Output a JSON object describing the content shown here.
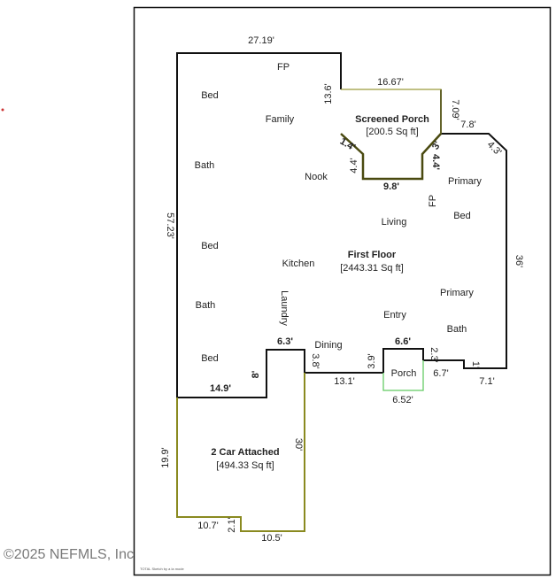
{
  "watermark": "©2025 NEFMLS, Inc",
  "footer_note": "TOTAL Sketch by a la mode",
  "first_floor": {
    "name": "First Floor",
    "area": "[2443.31 Sq ft]"
  },
  "screened_porch": {
    "name": "Screened Porch",
    "area": "[200.5 Sq ft]"
  },
  "garage": {
    "name": "2 Car Attached",
    "area": "[494.33 Sq ft]"
  },
  "porch": {
    "name": "Porch"
  },
  "rooms": {
    "fp_top": "FP",
    "bed_1": "Bed",
    "family": "Family",
    "bath_1": "Bath",
    "nook": "Nook",
    "primary_1": "Primary",
    "fp_right": "FP",
    "bed_primary": "Bed",
    "living": "Living",
    "bed_2": "Bed",
    "kitchen": "Kitchen",
    "primary_2": "Primary",
    "bath_2": "Bath",
    "laundry": "Laundry",
    "entry": "Entry",
    "bath_3": "Bath",
    "bed_3": "Bed",
    "dining": "Dining"
  },
  "dimensions": {
    "top": "27.19'",
    "left": "57.23'",
    "porch_top": "16.67'",
    "porch_left": "13.6'",
    "porch_right": "7.09'",
    "porch_chamfer_left": "1.4'",
    "porch_chamfer_right": "3'",
    "porch_bottom": "9.8'",
    "porch_inner_left": "4.4'",
    "porch_inner_right": "4.4'",
    "right_top": "7.8'",
    "right_chamfer": "4.3'",
    "right": "36'",
    "right_bottom": "7.1'",
    "notch_v": "1'",
    "porch2_right_side": "6.7'",
    "porch2_top": "6.6'",
    "porch2_right_v": "2.3'",
    "porch2_left_v": "3.9'",
    "porch2_bottom": "6.52'",
    "bottom_mid": "13.1'",
    "dining_v": "3.8'",
    "step_top": "6.3'",
    "step_v": "8'",
    "left_bottom": "14.9'",
    "garage_left": "19.9'",
    "garage_right": "30'",
    "garage_bottom_left": "10.7'",
    "garage_notch": "2.1'",
    "garage_bottom": "10.5'"
  },
  "colors": {
    "main_outline": "#111111",
    "screened_porch_outline": "#9a9a3a",
    "screened_porch_inner": "#5a5a10",
    "porch_outline": "#66cc66",
    "garage_outline": "#8a8a20",
    "dot": "#cc3333"
  }
}
